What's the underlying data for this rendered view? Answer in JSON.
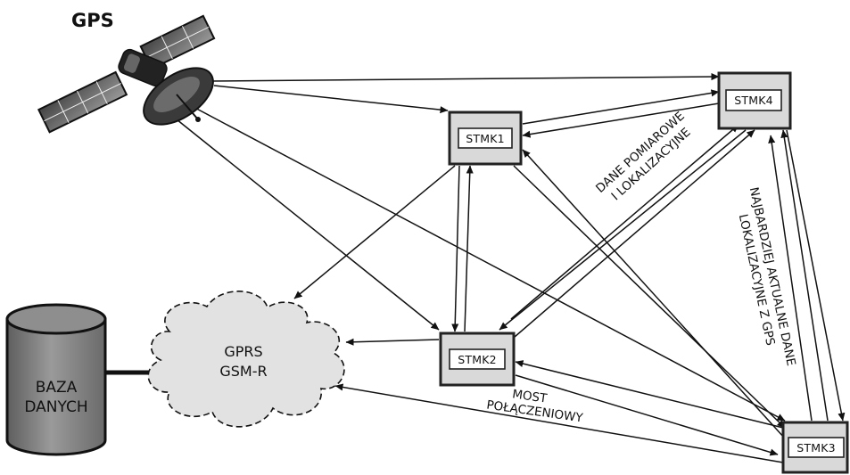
{
  "satellite": {
    "label": "GPS"
  },
  "database": {
    "label_line1": "BAZA",
    "label_line2": "DANYCH"
  },
  "cloud": {
    "label_line1": "GPRS",
    "label_line2": "GSM-R"
  },
  "nodes": {
    "stmk1": "STMK1",
    "stmk2": "STMK2",
    "stmk3": "STMK3",
    "stmk4": "STMK4"
  },
  "annotations": {
    "pomiarowe_line1": "DANE POMIAROWE",
    "pomiarowe_line2": "I LOKALIZACYJNE",
    "gps_line1": "NAJBARDZIEJ AKTUALNE DANE",
    "gps_line2": "LOKALIZACYJNE Z GPS",
    "most_line1": "MOST",
    "most_line2": "POŁĄCZENIOWY"
  },
  "colors": {
    "node_fill": "#d9d9d9",
    "cloud_fill": "#e2e2e2",
    "database_fill": "#8a8a8a",
    "line": "#111111"
  }
}
